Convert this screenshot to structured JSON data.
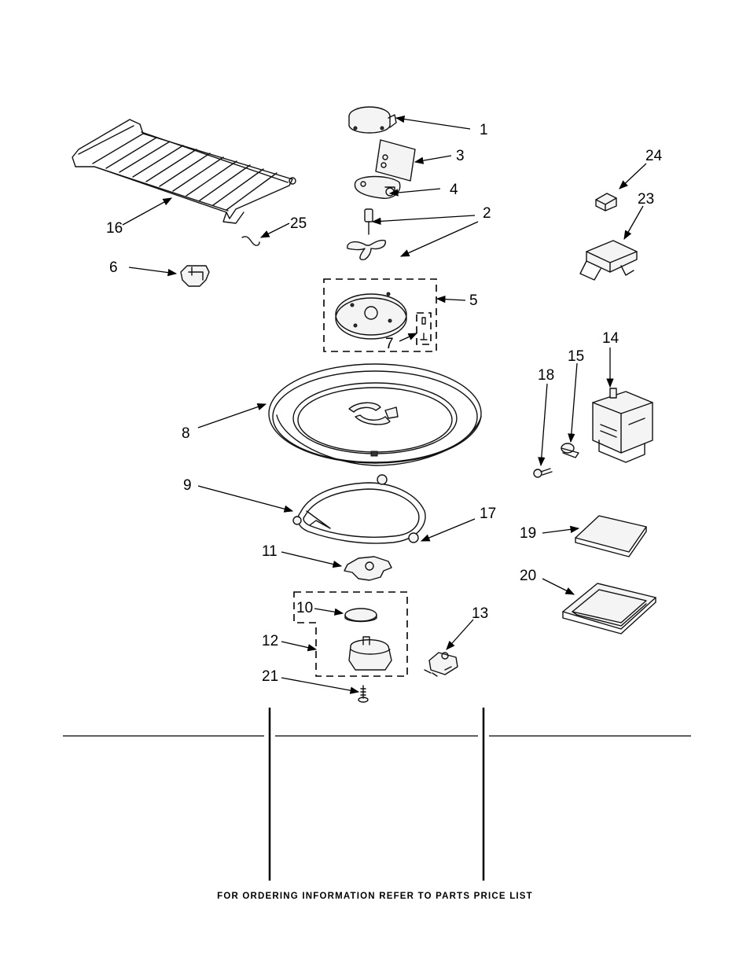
{
  "callouts": [
    {
      "id": "c1",
      "text": "1"
    },
    {
      "id": "c2",
      "text": "2"
    },
    {
      "id": "c3",
      "text": "3"
    },
    {
      "id": "c4",
      "text": "4"
    },
    {
      "id": "c5",
      "text": "5"
    },
    {
      "id": "c6",
      "text": "6"
    },
    {
      "id": "c7",
      "text": "7"
    },
    {
      "id": "c8",
      "text": "8"
    },
    {
      "id": "c9",
      "text": "9"
    },
    {
      "id": "c10",
      "text": "10"
    },
    {
      "id": "c11",
      "text": "11"
    },
    {
      "id": "c12",
      "text": "12"
    },
    {
      "id": "c13",
      "text": "13"
    },
    {
      "id": "c14",
      "text": "14"
    },
    {
      "id": "c15",
      "text": "15"
    },
    {
      "id": "c16",
      "text": "16"
    },
    {
      "id": "c17",
      "text": "17"
    },
    {
      "id": "c18",
      "text": "18"
    },
    {
      "id": "c19",
      "text": "19"
    },
    {
      "id": "c20",
      "text": "20"
    },
    {
      "id": "c21",
      "text": "21"
    },
    {
      "id": "c23",
      "text": "23"
    },
    {
      "id": "c24",
      "text": "24"
    },
    {
      "id": "c25",
      "text": "25"
    }
  ],
  "footer": "FOR ORDERING INFORMATION REFER TO PARTS PRICE LIST"
}
